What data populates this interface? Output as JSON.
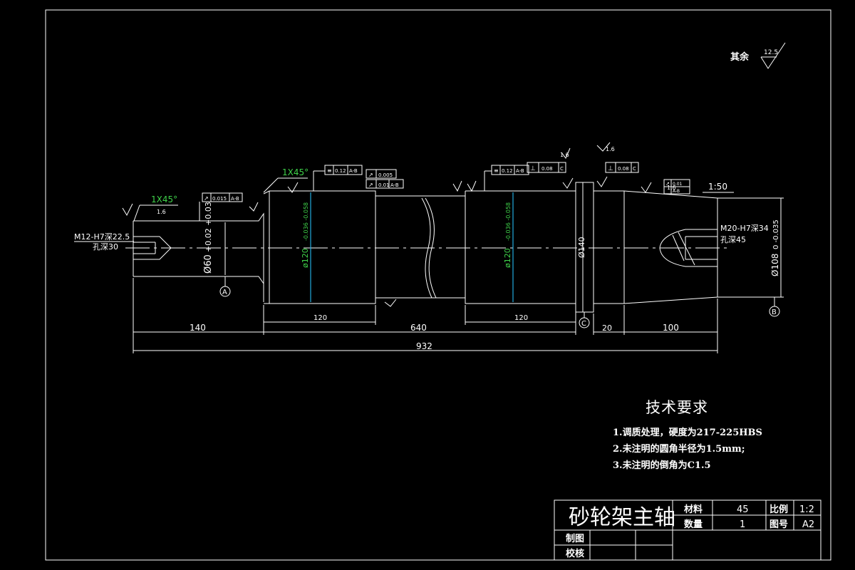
{
  "surface_note": {
    "label": "其余",
    "value": "12.5"
  },
  "dims": {
    "d140": "140",
    "d640": "640",
    "d932": "932",
    "d120a": "120",
    "d120b": "120",
    "d20": "20",
    "d100": "100",
    "dia60": "Ø60",
    "tol60": "+0.02 +0.03",
    "dia120a": "ø120",
    "tol120a": "-0.036 -0.058",
    "dia120b": "ø120",
    "tol120b": "-0.036 -0.058",
    "dia140": "Ø140",
    "dia108": "Ø108",
    "tol108": "0 -0.035",
    "taper": "1:50",
    "left_thread": "M12-H7深22.5",
    "left_hole": "孔深30",
    "right_thread": "M20-H7深34",
    "right_hole": "孔深45",
    "chamfer1": "1X45°",
    "chamfer2": "1X45°",
    "ra16a": "1.6",
    "ra16b": "1.6",
    "ra16c": "1.6",
    "ra16d": "1.6"
  },
  "datums": {
    "a": "A",
    "b": "B",
    "c": "C"
  },
  "tolerance_frames": {
    "f1": {
      "sym": "↗",
      "val": "0.015",
      "ref": "A-B"
    },
    "f2": {
      "sym": "≡",
      "val": "0.12",
      "ref": "A-B"
    },
    "f3": {
      "sym": "↗",
      "val": "0.005",
      "ref": ""
    },
    "f4": {
      "sym": "↗",
      "val": "0.01",
      "ref": "A-B"
    },
    "f5": {
      "sym": "≡",
      "val": "0.12",
      "ref": "A-B"
    },
    "f6": {
      "sym": "⊥",
      "val": "0.08",
      "ref": "C"
    },
    "f7": {
      "sym": "⊥",
      "val": "0.08",
      "ref": "C"
    },
    "f8": {
      "sym": "↗",
      "val": "0.01",
      "ref": "A-B"
    }
  },
  "tech_requirements": {
    "title": "技术要求",
    "items": [
      "1.调质处理，硬度为217-225HBS",
      "2.未注明的圆角半径为1.5mm;",
      "3.未注明的倒角为C1.5"
    ]
  },
  "title_block": {
    "name": "砂轮架主轴",
    "material_label": "材料",
    "material": "45",
    "scale_label": "比例",
    "scale": "1:2",
    "qty_label": "数量",
    "qty": "1",
    "dwg_label": "图号",
    "dwg": "A2",
    "drawn_label": "制图",
    "checked_label": "校核"
  }
}
